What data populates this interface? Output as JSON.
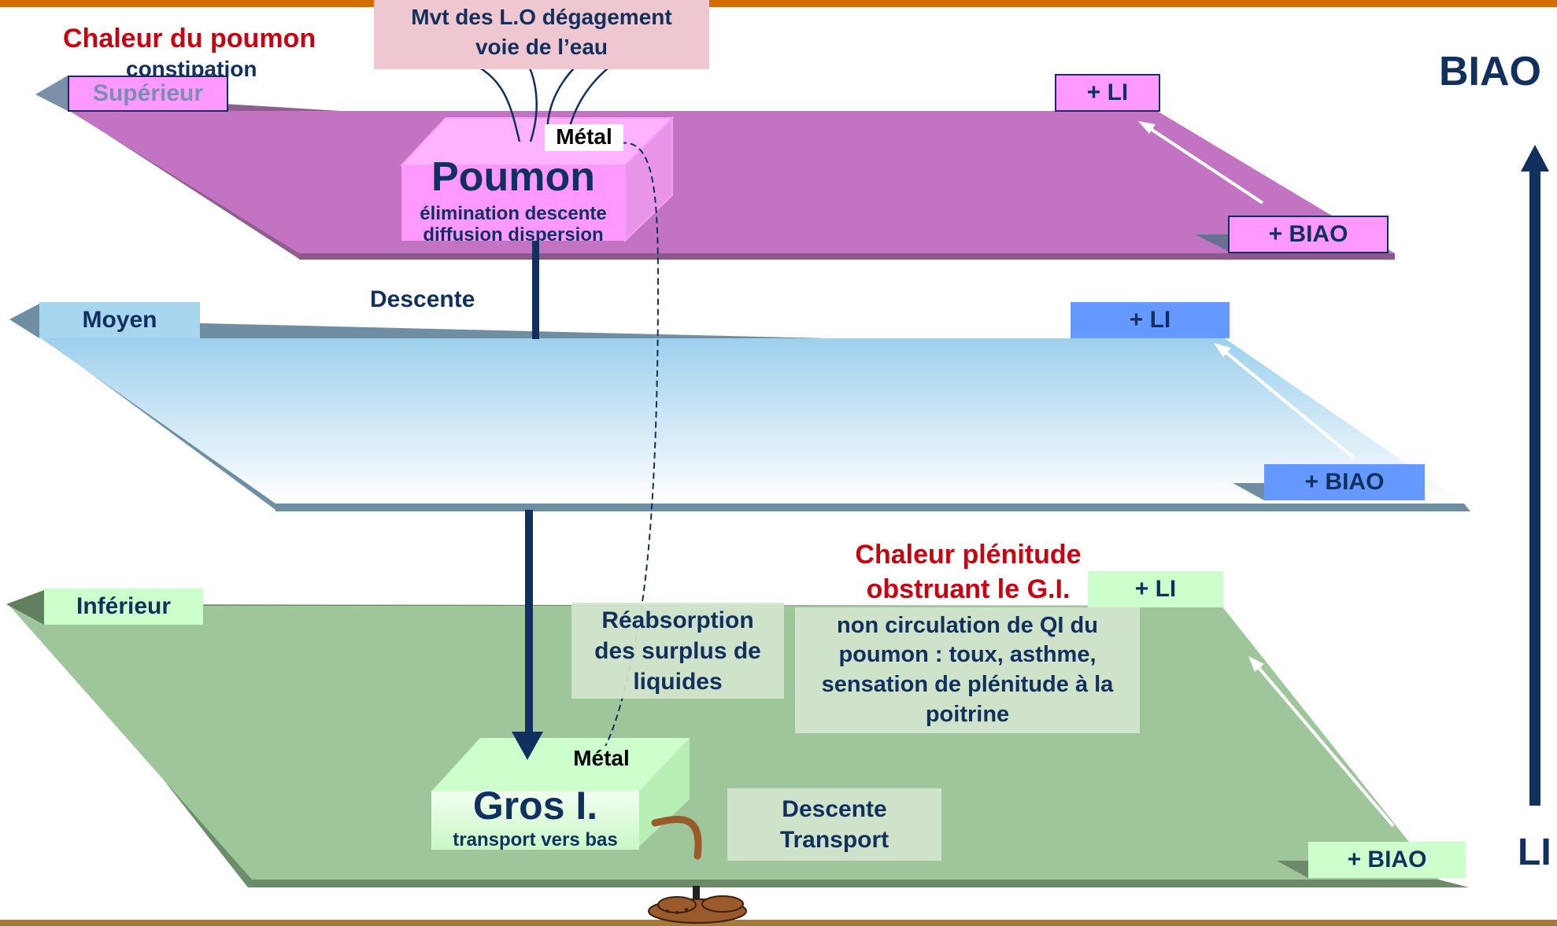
{
  "top_panel": {
    "heat_title": "Chaleur du poumon",
    "heat_sub": "constipation",
    "movement_line1": "Mvt des L.O dégagement",
    "movement_line2": "voie de l’eau"
  },
  "levels": {
    "superieur": {
      "name": "Supérieur",
      "plus_li": "+ LI",
      "plus_biao": "+ BIAO"
    },
    "moyen": {
      "name": "Moyen",
      "plus_li": "+ LI",
      "plus_biao": "+ BIAO"
    },
    "inferieur": {
      "name": "Inférieur",
      "plus_li": "+ LI",
      "plus_biao": "+ BIAO"
    }
  },
  "poumon": {
    "element": "Métal",
    "name": "Poumon",
    "function_line1": "élimination descente",
    "function_line2": "diffusion dispersion"
  },
  "descent_label": "Descente",
  "gros_intestin": {
    "element": "Métal",
    "name": "Gros I.",
    "function": "transport vers bas"
  },
  "reabsorption": {
    "line1": "Réabsorption",
    "line2": "des surplus de",
    "line3": "liquides"
  },
  "plenitude": {
    "title_line1": "Chaleur plénitude",
    "title_line2": "obstruant le G.I.",
    "line1": "non circulation de QI du",
    "line2": "poumon : toux, asthme,",
    "line3": "sensation de plénitude à la",
    "line4": "poitrine"
  },
  "descente_transport": {
    "line1": "Descente",
    "line2": "Transport"
  },
  "axis": {
    "top": "BIAO",
    "bottom": "LI"
  },
  "colors": {
    "navy": "#12305e",
    "red": "#c8000f",
    "superieur_plane": "#c274c2",
    "moyen_plane": "#a7d6ee",
    "inferieur_plane": "#9fc59b",
    "frame": "#d46c00",
    "stool": "#9b5a2a"
  }
}
